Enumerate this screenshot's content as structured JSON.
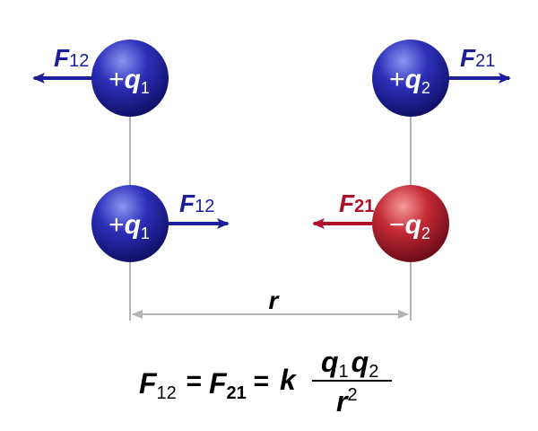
{
  "top_row": {
    "left_charge": {
      "sign": "+",
      "symbol": "q",
      "index": "1",
      "color": "blue"
    },
    "right_charge": {
      "sign": "+",
      "symbol": "q",
      "index": "2",
      "color": "blue"
    },
    "left_force": {
      "symbol": "F",
      "index": "12",
      "direction": "left"
    },
    "right_force": {
      "symbol": "F",
      "index": "21",
      "direction": "right"
    }
  },
  "bottom_row": {
    "left_charge": {
      "sign": "+",
      "symbol": "q",
      "index": "1",
      "color": "blue"
    },
    "right_charge": {
      "sign": "−",
      "symbol": "q",
      "index": "2",
      "color": "red"
    },
    "left_force": {
      "symbol": "F",
      "index": "12",
      "direction": "right"
    },
    "right_force": {
      "symbol": "F",
      "index": "21",
      "direction": "left"
    }
  },
  "distance": {
    "label": "r"
  },
  "formula": {
    "lhs": {
      "symbol": "F",
      "index": "12"
    },
    "eq1": "=",
    "mid": {
      "symbol": "F",
      "index": "21"
    },
    "eq2": "=",
    "k": "k",
    "num_q1": {
      "symbol": "q",
      "index": "1"
    },
    "num_q2": {
      "symbol": "q",
      "index": "2"
    },
    "den": {
      "symbol": "r",
      "exponent": "2"
    }
  },
  "colors": {
    "blue_dark": "#1a1a8c",
    "blue_light": "#6f7fe8",
    "red_dark": "#8c1020",
    "red_light": "#f07070",
    "arrow_blue": "#1c1f99",
    "arrow_red": "#b0102a",
    "guide_gray": "#b4b4b4"
  }
}
